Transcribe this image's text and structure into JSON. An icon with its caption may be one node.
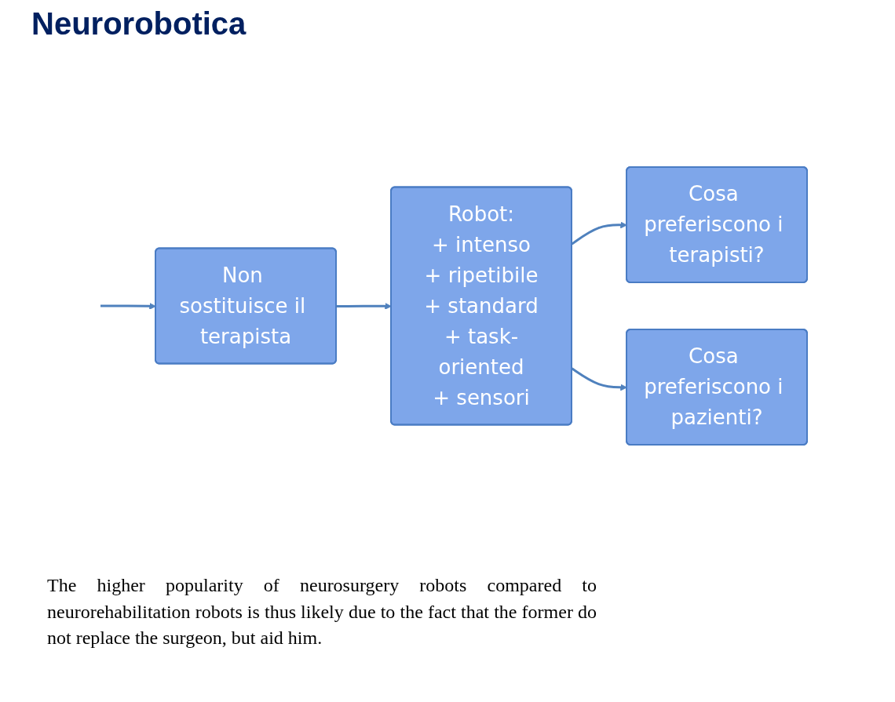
{
  "diagram": {
    "title": "Neurorobotica",
    "nodes": [
      {
        "text": [
          "Non sostituisce il terapista"
        ]
      },
      {
        "text": [
          "Robot:",
          "+ intenso",
          "+ ripetibile",
          "+ standard",
          "+ task-oriented",
          "+ sensori"
        ]
      },
      {
        "text": [
          "Cosa preferiscono i terapisti?"
        ]
      },
      {
        "text": [
          "Cosa preferiscono i pazienti?"
        ]
      }
    ],
    "edges": [
      {
        "from": null,
        "to": 0,
        "arrow": "to"
      },
      {
        "from": 0,
        "to": 1,
        "arrow": "to"
      },
      {
        "from": 1,
        "to": 2,
        "arrow": "to"
      },
      {
        "from": 1,
        "to": 3,
        "arrow": "to"
      }
    ],
    "labels": [
      "The higher popularity of neurosurgery robots compared to neurorehabilitation robots is thus likely due to the fact that the former do not replace the surgeon, but aid him."
    ]
  }
}
